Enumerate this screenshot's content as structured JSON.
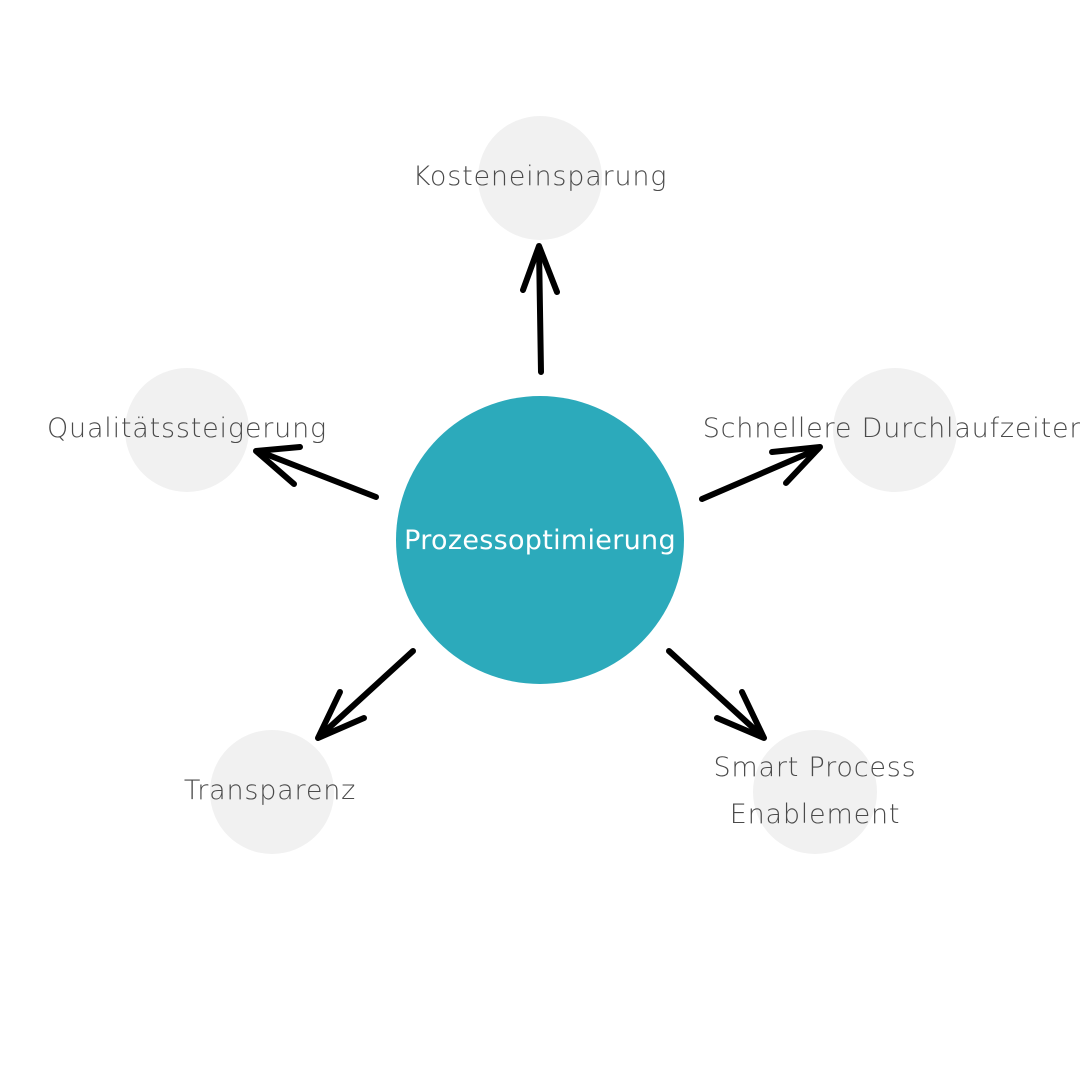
{
  "center": {
    "label": "Prozessoptimierung",
    "color": "#2caabb"
  },
  "nodes": [
    {
      "label": "Kosteneinsparung"
    },
    {
      "label": "Qualitätssteigerung"
    },
    {
      "label": "Schnellere Durchlaufzeiten"
    },
    {
      "label": "Transparenz"
    },
    {
      "label_line1": "Smart Process",
      "label_line2": "Enablement"
    }
  ]
}
